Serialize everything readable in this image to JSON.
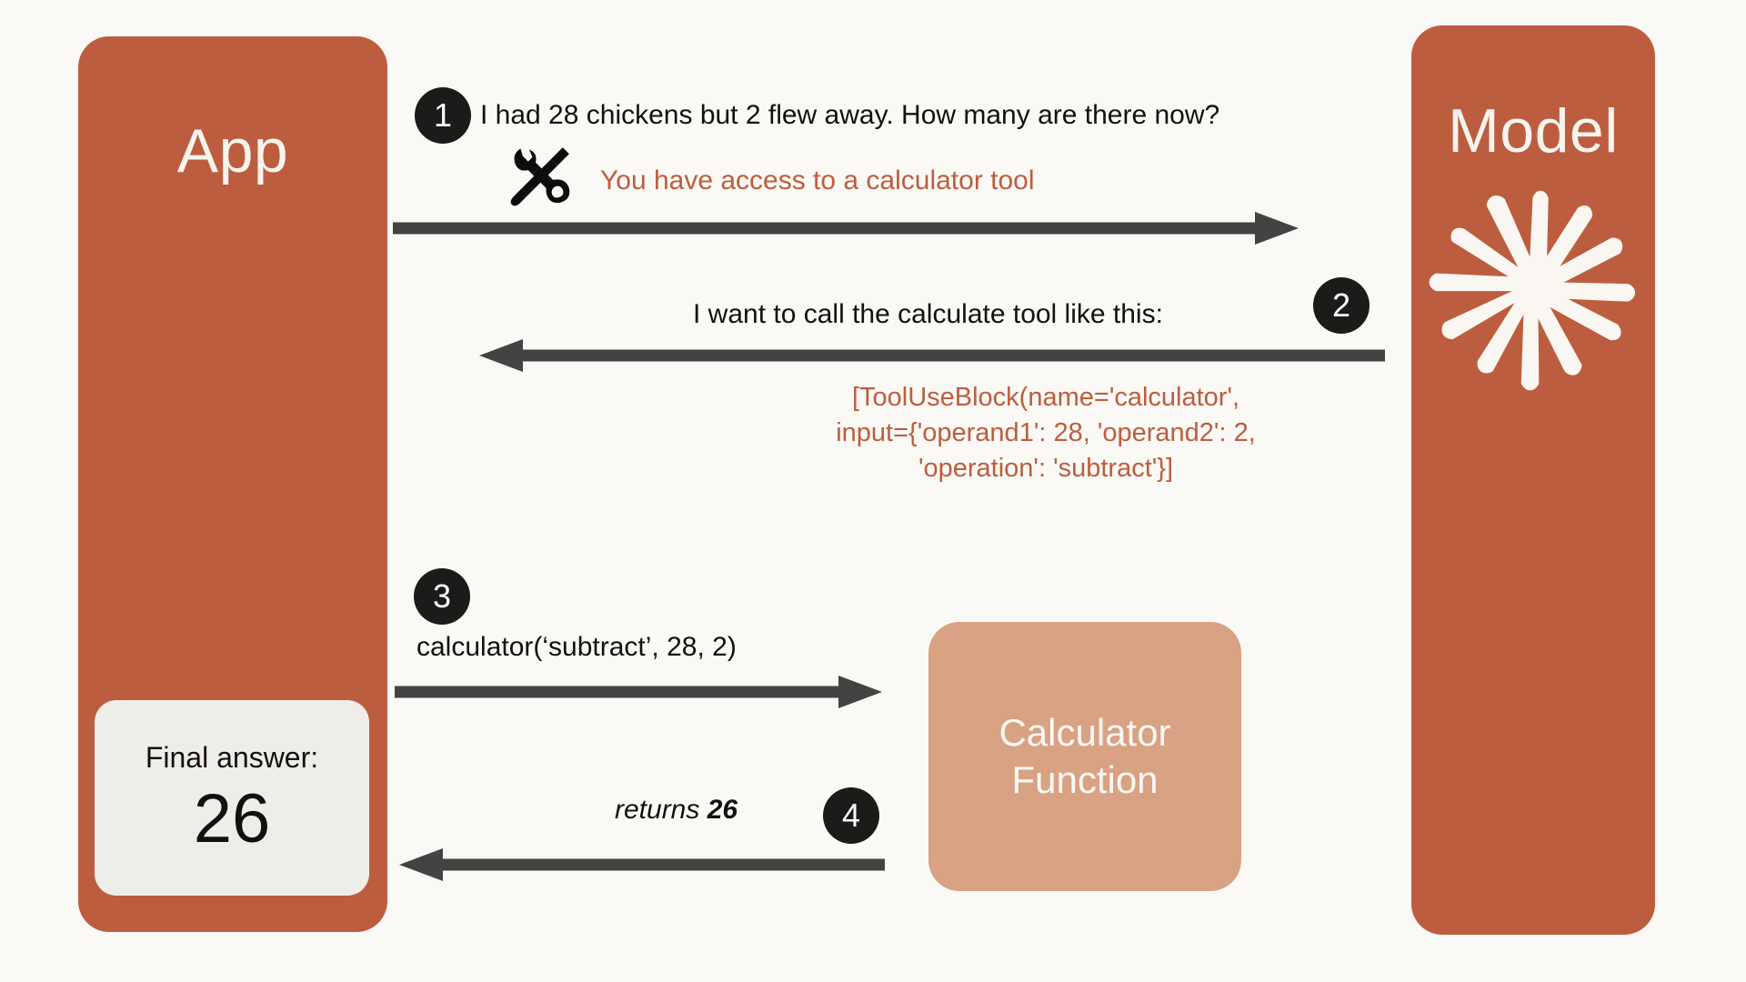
{
  "canvas": {
    "background": "#FAF9F5",
    "accent": "#BD5D3F",
    "badge_color": "#1D1B19",
    "arrow_color": "#434343",
    "card_background": "#EFEDE7",
    "calculator_color": "#D8A283"
  },
  "app": {
    "title": "App",
    "final_answer": {
      "label": "Final answer:",
      "value": "26"
    }
  },
  "model": {
    "title": "Model",
    "logo": "anthropic-starburst-icon"
  },
  "calculator": {
    "label": "Calculator\nFunction",
    "line1": "Calculator",
    "line2": "Function"
  },
  "steps": [
    {
      "number": "1",
      "direction": "app-to-model",
      "text": "I had 28 chickens but 2 flew away. How many are there now?",
      "note": "You have access to a calculator tool",
      "icon": "tools-icon"
    },
    {
      "number": "2",
      "direction": "model-to-app",
      "text": "I want to call the calculate tool like this:",
      "code": "[ToolUseBlock(name='calculator',\ninput={'operand1': 28, 'operand2': 2,\n'operation': 'subtract'}]"
    },
    {
      "number": "3",
      "direction": "app-to-calculator",
      "text": "calculator(‘subtract’, 28, 2)"
    },
    {
      "number": "4",
      "direction": "calculator-to-app",
      "text_prefix": "returns ",
      "text_value": "26"
    }
  ]
}
